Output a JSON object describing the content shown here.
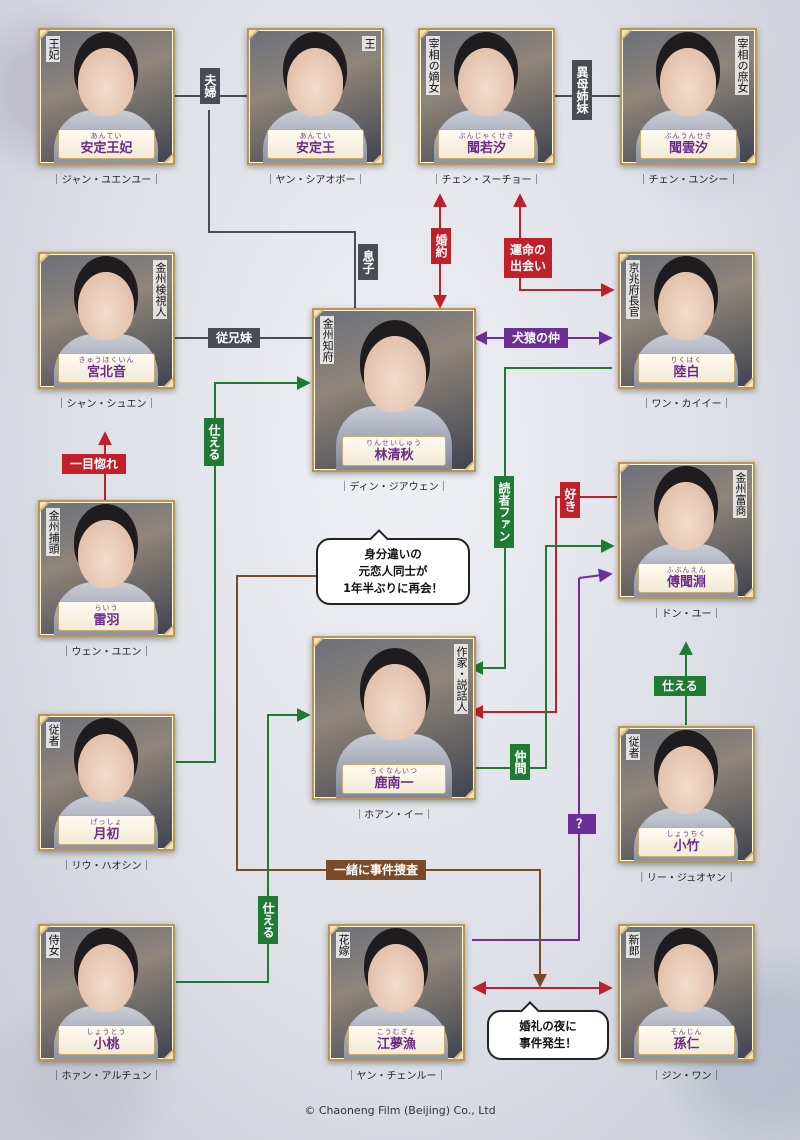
{
  "characters": [
    {
      "role": "王妃",
      "ruby": "あんてい",
      "name": "安定王妃",
      "actor": "｜ジャン・ユエンユー｜"
    },
    {
      "role": "王",
      "ruby": "あんてい",
      "name": "安定王",
      "actor": "｜ヤン・シアオボー｜"
    },
    {
      "role": "宰相の嫡女",
      "ruby": "ぶんじゃくせき",
      "name": "聞若汐",
      "actor": "｜チェン・スーチョー｜"
    },
    {
      "role": "宰相の庶女",
      "ruby": "ぶんうんせき",
      "name": "聞雲汐",
      "actor": "｜チェン・ユンシー｜"
    },
    {
      "role": "金州検視人",
      "ruby": "きゅうほくいん",
      "name": "宮北音",
      "actor": "｜シャン・シュエン｜"
    },
    {
      "role": "金州知府",
      "ruby": "りんせいしゅう",
      "name": "林清秋",
      "actor": "｜ディン・ジアウェン｜"
    },
    {
      "role": "京兆府長官",
      "ruby": "りくはく",
      "name": "陸白",
      "actor": "｜ワン・カイイー｜"
    },
    {
      "role": "金州捕頭",
      "ruby": "らいう",
      "name": "雷羽",
      "actor": "｜ウェン・ユエン｜"
    },
    {
      "role": "金州富商",
      "ruby": "ふぶんえん",
      "name": "傅聞淵",
      "actor": "｜ドン・ユー｜"
    },
    {
      "role": "作家・説話人",
      "ruby": "ろくなんいつ",
      "name": "鹿南一",
      "actor": "｜ホアン・イー｜"
    },
    {
      "role": "従者",
      "ruby": "げっしょ",
      "name": "月初",
      "actor": "｜リウ・ハオシン｜"
    },
    {
      "role": "従者",
      "ruby": "しょうちく",
      "name": "小竹",
      "actor": "｜リー・ジュオヤン｜"
    },
    {
      "role": "侍女",
      "ruby": "しょうとう",
      "name": "小桃",
      "actor": "｜ホァン・アルチュン｜"
    },
    {
      "role": "花嫁",
      "ruby": "こうむぎょ",
      "name": "江夢漁",
      "actor": "｜ヤン・チェンルー｜"
    },
    {
      "role": "新郎",
      "ruby": "そんじん",
      "name": "孫仁",
      "actor": "｜ジン・ワン｜"
    }
  ],
  "relations": {
    "fufu": "夫婦",
    "imo": "異母姉妹",
    "konyaku": "婚約",
    "unmei": "運命の出会い",
    "musuko": "息子",
    "kenen": "犬猿の仲",
    "juukei": "従兄妹",
    "hitomebore": "一目惚れ",
    "tsukaeru1": "仕える",
    "dokusha": "読者ファン",
    "suki": "好き",
    "nakama": "仲間",
    "tsukaeru2": "仕える",
    "question": "？",
    "issho": "一緒に事件捜査",
    "tsukaeru3": "仕える"
  },
  "bubbles": {
    "reunion": "身分違いの\n元恋人同士が\n1年半ぶりに再会！",
    "wedding": "婚礼の夜に\n事件発生！"
  },
  "copyright": "© Chaoneng Film (Beijing) Co., Ltd",
  "colors": {
    "gray": "#4a4c55",
    "red": "#c0202a",
    "green": "#1f7a34",
    "purple": "#6c2f98",
    "brown": "#7a4b26",
    "gold": "#b9964e"
  }
}
